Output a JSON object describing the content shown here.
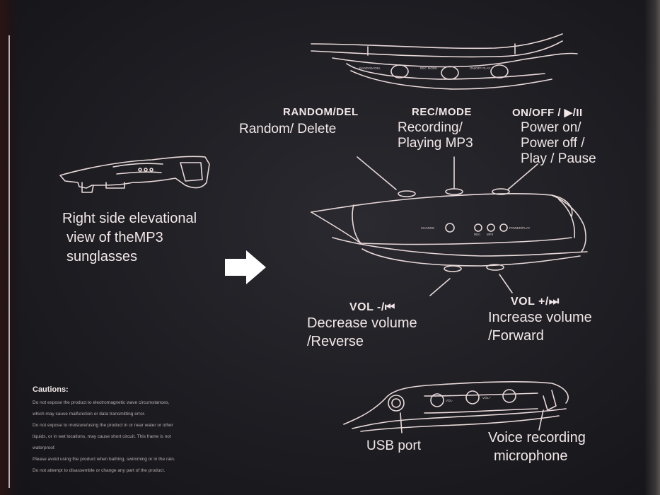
{
  "sidebar": {
    "caption_lines": [
      "Right side elevational",
      "view of theMP3",
      "sunglasses"
    ]
  },
  "buttons": {
    "random": {
      "header": "RANDOM/DEL",
      "desc": [
        "Random/ Delete"
      ]
    },
    "rec": {
      "header": "REC/MODE",
      "desc": [
        "Recording/",
        "Playing MP3"
      ]
    },
    "power": {
      "header": "ON/OFF / ▶/II",
      "desc": [
        "Power on/",
        "Power off /",
        "Play / Pause"
      ]
    },
    "vol_down": {
      "header": "VOL -/⏮",
      "desc": [
        "Decrease volume",
        "/Reverse"
      ]
    },
    "vol_up": {
      "header": "VOL +/⏭",
      "desc": [
        "Increase volume",
        "/Forward"
      ]
    }
  },
  "ports": {
    "usb": "USB port",
    "mic": [
      "Voice recording",
      "microphone"
    ]
  },
  "cautions": {
    "title": "Cautions:",
    "lines": [
      "Do not expose the product to electromagnetic wave circumstances,",
      "which may cause malfunction or data transmitting error.",
      "Do not expose to moisture/using the product in or near water or other",
      "liquids, or in wet locations, may cause short circuit. This frame is not",
      "waterproof.",
      "Please avoid using the product when bathing, swimming or in the rain.",
      "Do not attempt to disassemble or change any part of the product."
    ]
  },
  "device_labels": {
    "charge": "CHARGE",
    "rec": "REC",
    "mp3": "MP3",
    "power": "POWER/PLAY",
    "top_left": "RANDOM DEL",
    "top_mid": "REC MODE",
    "top_right": "ON/OFF PLAY",
    "bottom_left": "VOL-",
    "bottom_right": "VOL+"
  },
  "icons": {
    "arrow": "arrow-right-icon"
  }
}
